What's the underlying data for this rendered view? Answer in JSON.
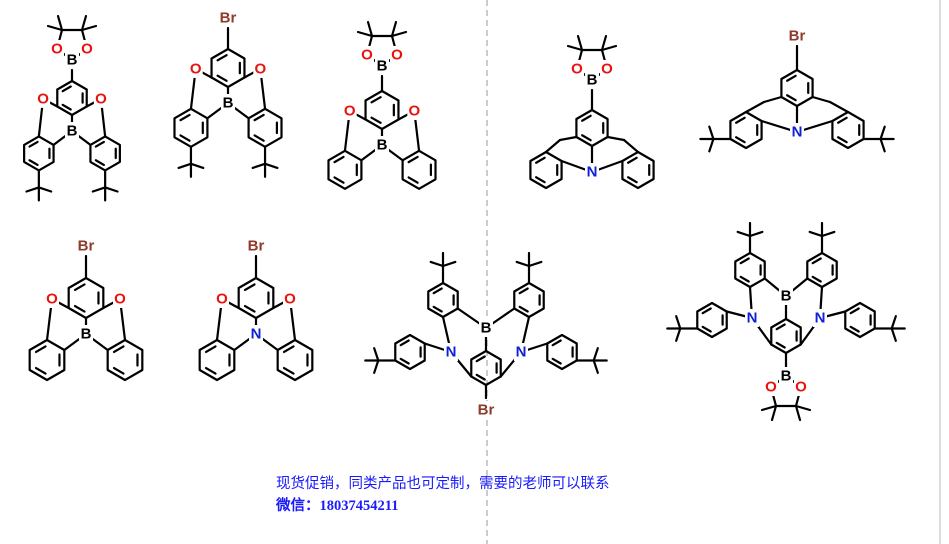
{
  "atoms": {
    "boron": "B",
    "oxygen": "O",
    "nitrogen": "N",
    "bromine": "Br"
  },
  "colors": {
    "boron": "#000000",
    "oxygen": "#e8130f",
    "nitrogen": "#1020d8",
    "bromine": "#8e3b2b",
    "caption": "#1a1aff",
    "divider": "#999999"
  },
  "caption": {
    "line1": "现货促销，同类产品也可定制，需要的老师可以联系",
    "line2_label": "微信：",
    "line2_number": "18037454211"
  }
}
